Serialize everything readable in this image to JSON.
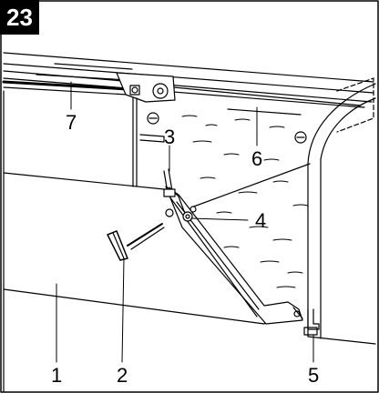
{
  "figure": {
    "number": "23",
    "callouts": [
      "1",
      "2",
      "3",
      "4",
      "5",
      "6",
      "7"
    ]
  },
  "colors": {
    "line": "#000000",
    "paper": "#ffffff",
    "badge": "#000000"
  }
}
